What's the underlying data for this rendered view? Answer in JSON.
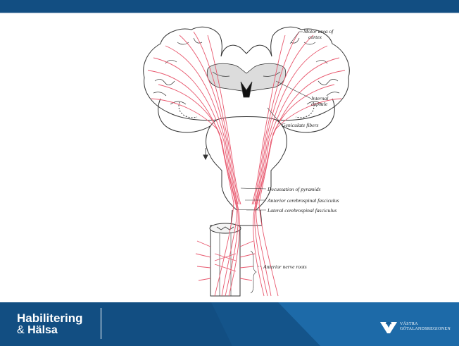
{
  "figure": {
    "labels": {
      "motor_area": [
        "Motor area of",
        "cortex"
      ],
      "internal_capsule": [
        "Internal",
        "capsule"
      ],
      "geniculate": "Geniculate fibers",
      "decussation": "Decussation of pyramids",
      "anterior_fasciculus": "Anterior cerebrospinal fasciculus",
      "lateral_fasciculus": "Lateral cerebrospinal fasciculus",
      "nerve_roots": "Anterior nerve roots"
    },
    "tract_color": "#e8586e"
  },
  "footer": {
    "brand_line1": "Habilitering",
    "brand_amp": "&",
    "brand_line2": "Hälsa",
    "region_line1": "VÄSTRA",
    "region_line2": "GÖTALANDSREGIONEN",
    "background_color": "#124e82",
    "accent_color": "#1d6aa8"
  }
}
